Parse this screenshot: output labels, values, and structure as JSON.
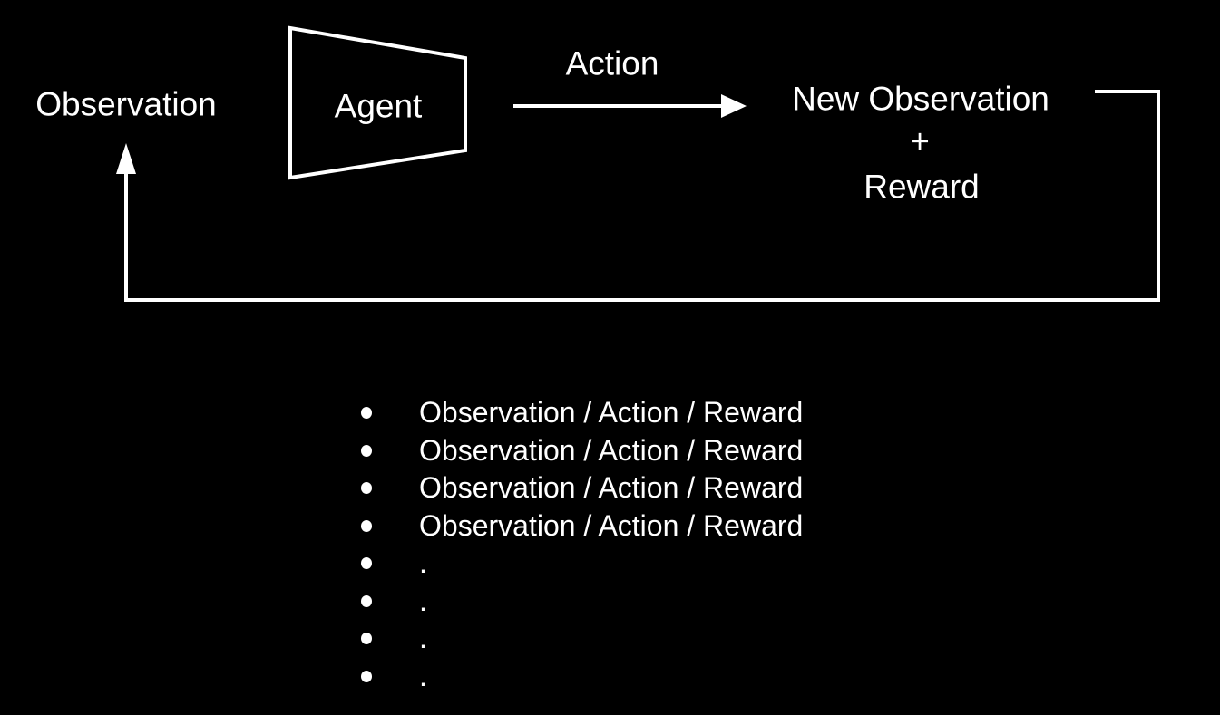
{
  "colors": {
    "background": "#000000",
    "foreground": "#ffffff"
  },
  "diagram": {
    "observation_label": "Observation",
    "agent_label": "Agent",
    "action_label": "Action",
    "new_observation_label": "New Observation",
    "plus_label": "+",
    "reward_label": "Reward"
  },
  "list": {
    "items": [
      {
        "text": "Observation / Action / Reward"
      },
      {
        "text": "Observation / Action / Reward"
      },
      {
        "text": "Observation / Action / Reward"
      },
      {
        "text": "Observation / Action / Reward"
      },
      {
        "text": "."
      },
      {
        "text": "."
      },
      {
        "text": "."
      },
      {
        "text": "."
      }
    ]
  }
}
